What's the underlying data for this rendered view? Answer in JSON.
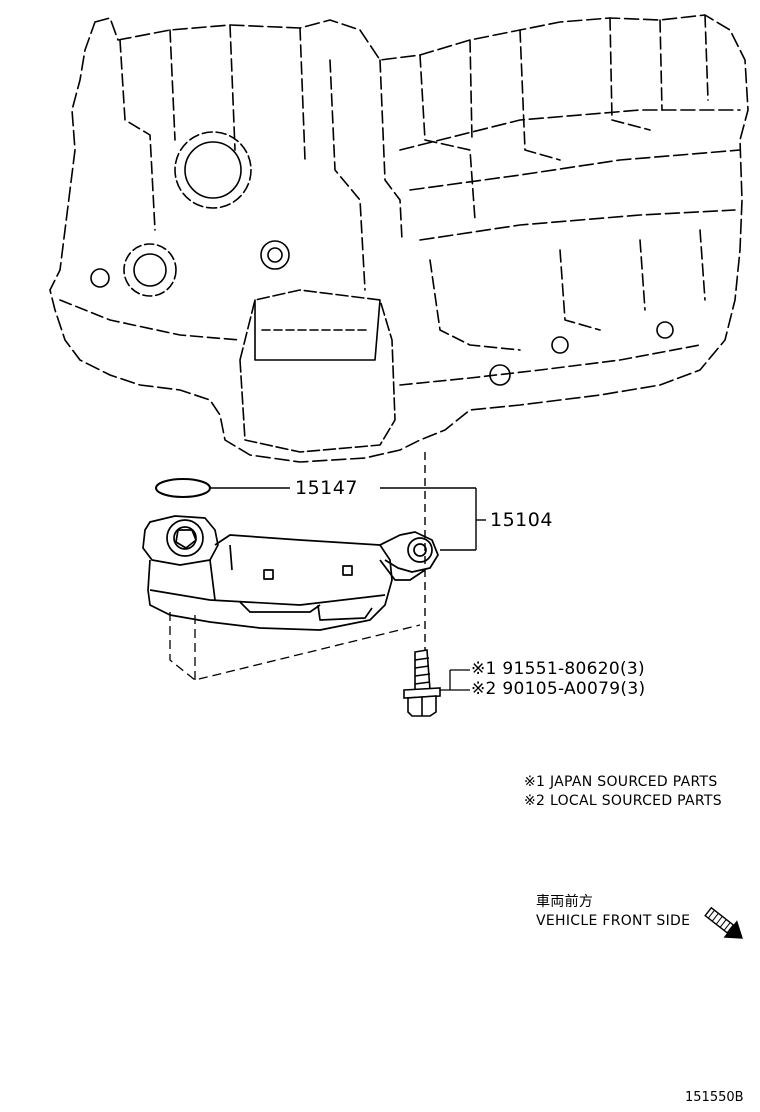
{
  "labels": {
    "oring": "15147",
    "strainer_assy": "15104",
    "bolt_1": "※1 91551-80620(3)",
    "bolt_2": "※2 90105-A0079(3)"
  },
  "notes": {
    "note_1": "※1 JAPAN SOURCED PARTS",
    "note_2": "※2 LOCAL SOURCED PARTS"
  },
  "direction": {
    "japanese": "車両前方",
    "english": "VEHICLE FRONT SIDE",
    "icon": "arrow-down-right-icon"
  },
  "figure_number": "151550B"
}
